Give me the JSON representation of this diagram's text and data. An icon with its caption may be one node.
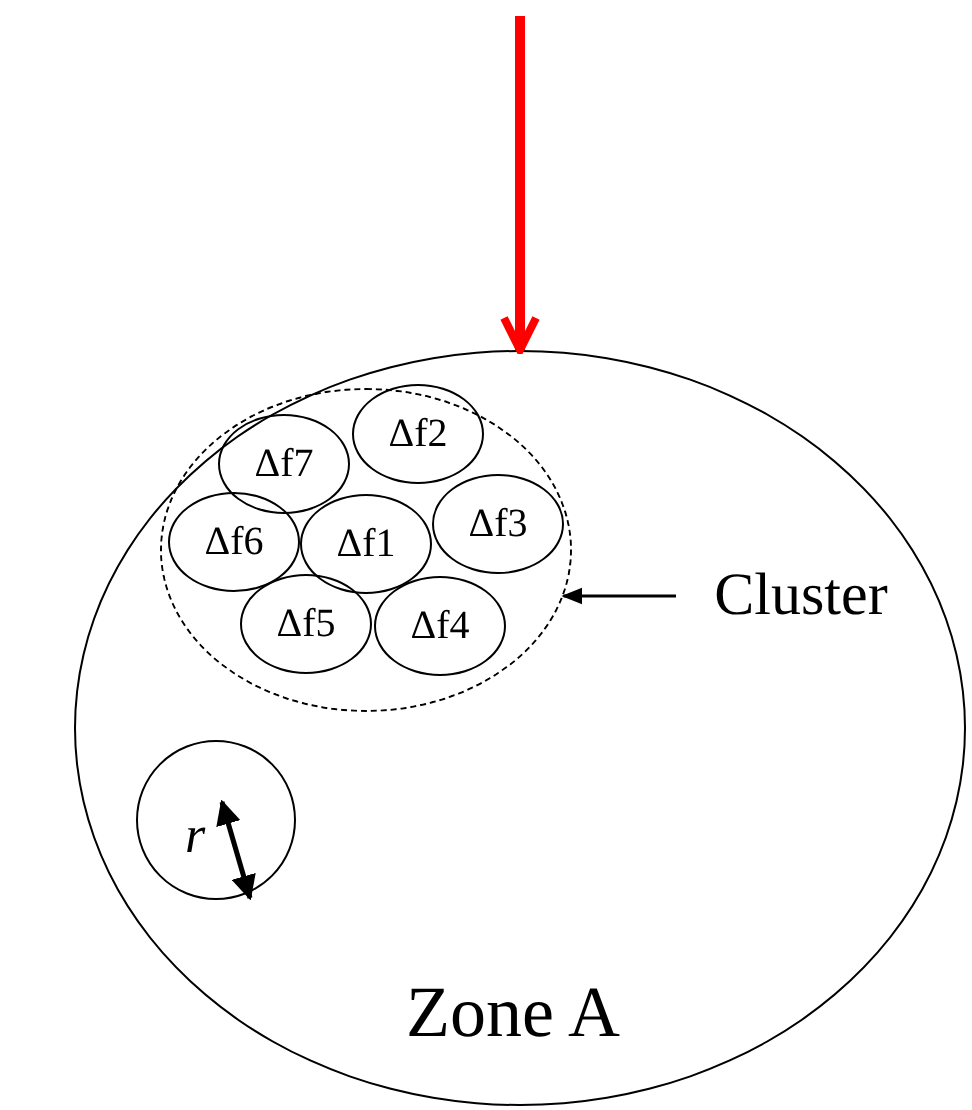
{
  "diagram": {
    "nodes": [
      {
        "text": [
          "Zone A"
        ]
      },
      {
        "text": [],
        "shape": "circle",
        "in": 0
      },
      {
        "text": [
          "Δf7"
        ],
        "in": 1
      },
      {
        "text": [
          "Δf2"
        ],
        "in": 1
      },
      {
        "text": [
          "Δf6"
        ],
        "in": 1
      },
      {
        "text": [
          "Δf1"
        ],
        "in": 1
      },
      {
        "text": [
          "Δf3"
        ],
        "in": 1
      },
      {
        "text": [
          "Δf5"
        ],
        "in": 1
      },
      {
        "text": [
          "Δf4"
        ],
        "in": 1
      },
      {
        "text": [
          "Cluster"
        ],
        "in": 0
      },
      {
        "text": [
          "r"
        ],
        "in": 0
      }
    ],
    "edges": [
      {
        "from": null,
        "to": 0,
        "arrow": "to",
        "style": "thick",
        "color": "#ff0000"
      },
      {
        "from": 9,
        "to": 1,
        "arrow": "to",
        "color": "#000000"
      }
    ]
  }
}
